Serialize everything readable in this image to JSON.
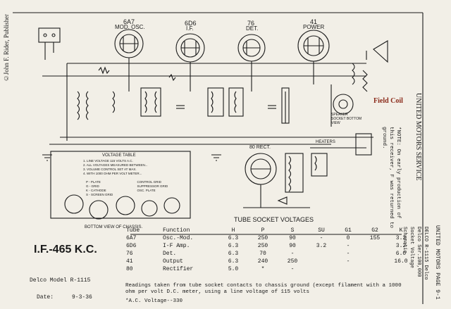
{
  "copyright": "©John F. Rider, Publisher",
  "tubes": [
    {
      "type": "6A7",
      "role": "MOD. OSC."
    },
    {
      "type": "6D6",
      "role": "I.F."
    },
    {
      "type": "76",
      "role": "DET."
    },
    {
      "type": "41",
      "role": "POWER"
    }
  ],
  "field_coil": "Field Coil",
  "speaker_socket": "SPEAKER SOCKET BOTTOM VIEW",
  "rect_label": "80 RECT.",
  "heaters_label": "HEATERS",
  "voltage_table": {
    "title": "VOLTAGE TABLE",
    "notes": [
      "1. LINE VOLTAGE 115 VOLTS A.C.",
      "2. ALL VOLTAGES MEASURED BETWEEN...",
      "3. VOLUME CONTROL SET AT MAX.",
      "4. WITH 1000 OHM PER VOLT METER..."
    ],
    "legend": [
      "P - PLATE",
      "G - GRID",
      "K - CATHODE",
      "S - SCREEN GRID",
      "CONTROL GRID",
      "SUPPRESSOR GRID",
      "OSC. PLATE"
    ]
  },
  "bottom_view": "BOTTOM VIEW OF CHASSIS.",
  "socket_voltages": "TUBE SOCKET VOLTAGES",
  "if_freq": "I.F.-465 K.C.",
  "model": "Delco Model R-1115",
  "date_label": "Date:",
  "date_value": "9-3-36",
  "table": {
    "headers": [
      "Tube",
      "Function",
      "H",
      "P",
      "S",
      "SU",
      "G1",
      "G2",
      "K"
    ],
    "rows": [
      [
        "6A7",
        "Osc.-Mod.",
        "6.3",
        "250",
        "90",
        "-",
        "0",
        "155",
        "3.2"
      ],
      [
        "6D6",
        "I-F Amp.",
        "6.3",
        "250",
        "90",
        "3.2",
        "-",
        "",
        "3.2"
      ],
      [
        "76",
        "Det.",
        "6.3",
        "70",
        "-",
        "",
        "-",
        "",
        "6.0"
      ],
      [
        "41",
        "Output",
        "6.3",
        "240",
        "250",
        "",
        "-",
        "",
        "16.0"
      ],
      [
        "80",
        "Rectifier",
        "5.0",
        "*",
        "-",
        "",
        "",
        "",
        ""
      ]
    ],
    "note": "Readings taken from tube socket contacts to chassis ground (except filament with a 1000 ohm per volt D.C. meter, using a line voltage of 115 volts",
    "ac_note": "*A.C. Voltage--330"
  },
  "right_margin": {
    "service": "UNITED MOTORS SERVICE",
    "note": "*NOTE: On early production of this receiver, F was returned to ground.",
    "page_header": "UNITED MOTORS PAGE 9-1",
    "page_lines": [
      "DELCO R-1115 Delco",
      "Delco Ser.100,000",
      "Socket Voltage",
      "Schematic"
    ]
  }
}
